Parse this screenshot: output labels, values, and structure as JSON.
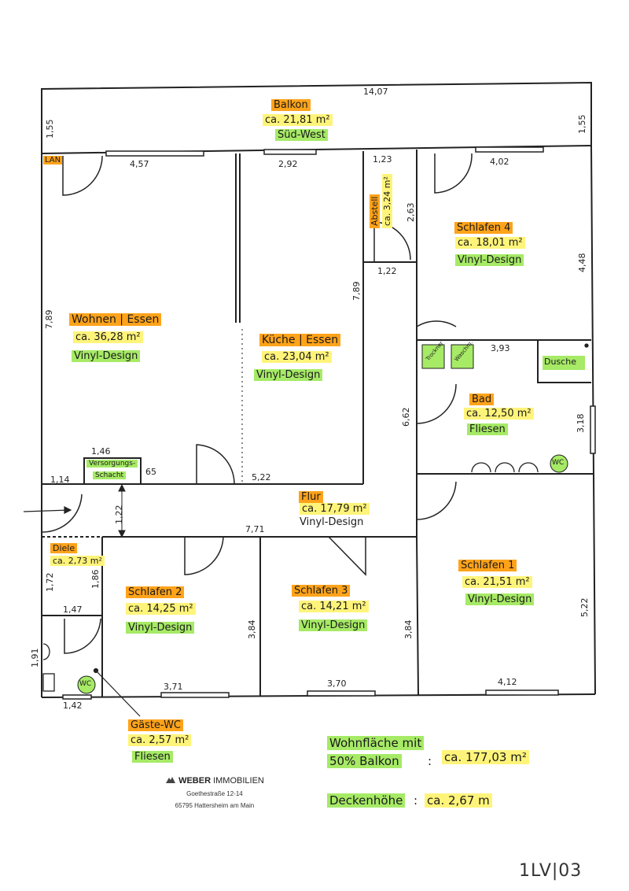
{
  "rooms": {
    "balkon": {
      "name": "Balkon",
      "area": "ca. 21,81 m²",
      "note": "Süd-West"
    },
    "wohnen": {
      "name": "Wohnen | Essen",
      "area": "ca. 36,28 m²",
      "floor": "Vinyl-Design"
    },
    "kueche": {
      "name": "Küche | Essen",
      "area": "ca. 23,04 m²",
      "floor": "Vinyl-Design"
    },
    "abstell": {
      "name": "Abstell",
      "area": "ca. 3,24 m²"
    },
    "schlafen4": {
      "name": "Schlafen 4",
      "area": "ca. 18,01 m²",
      "floor": "Vinyl-Design"
    },
    "bad": {
      "name": "Bad",
      "area": "ca. 12,50 m²",
      "floor": "Fliesen",
      "shower": "Dusche",
      "wc": "WC",
      "washer": "Trockner",
      "dryer": "Waschm."
    },
    "flur": {
      "name": "Flur",
      "area": "ca. 17,79 m²",
      "floor": "Vinyl-Design"
    },
    "diele": {
      "name": "Diele",
      "area": "ca. 2,73 m²"
    },
    "schlafen2": {
      "name": "Schlafen 2",
      "area": "ca. 14,25 m²",
      "floor": "Vinyl-Design"
    },
    "schlafen3": {
      "name": "Schlafen 3",
      "area": "ca. 14,21 m²",
      "floor": "Vinyl-Design"
    },
    "schlafen1": {
      "name": "Schlafen 1",
      "area": "ca. 21,51 m²",
      "floor": "Vinyl-Design"
    },
    "gaeste_wc": {
      "name": "Gäste-WC",
      "area": "ca. 2,57 m²",
      "floor": "Fliesen",
      "wc": "WC"
    },
    "schacht": {
      "line1": "Versorgungs-",
      "line2": "Schacht"
    },
    "lan": "LAN"
  },
  "dimensions": {
    "top_width": "14,07",
    "balkon_left": "1,55",
    "balkon_right": "1,55",
    "wohnen_top": "4,57",
    "kueche_top": "2,92",
    "abstell_top": "1,23",
    "abstell_height": "2,63",
    "abstell_bottom": "1,22",
    "schlafen4_top": "4,02",
    "schlafen4_right": "4,48",
    "wohnen_left": "7,89",
    "kueche_right": "7,89",
    "bad_top": "3,93",
    "bad_right": "3,18",
    "flur_vertical": "6,62",
    "schacht_top": "1,46",
    "schacht_side": "65",
    "entry_width": "1,14",
    "kueche_bottom": "5,22",
    "flur_entry": "1,22",
    "flur_length": "7,71",
    "diele_left": "1,72",
    "diele_right": "1,86",
    "diele_bottom": "1,47",
    "wc_left": "1,91",
    "wc_bottom": "1,42",
    "schlafen2_bottom": "3,71",
    "schlafen2_right": "3,84",
    "schlafen3_bottom": "3,70",
    "schlafen3_right": "3,84",
    "schlafen1_bottom": "4,12",
    "schlafen1_right": "5,22"
  },
  "summary": {
    "living_label_1": "Wohnfläche mit",
    "living_label_2": "50% Balkon",
    "living_value": "ca. 177,03 m²",
    "ceiling_label": "Deckenhöhe",
    "ceiling_value": "ca. 2,67 m"
  },
  "company": {
    "name_bold": "WEBER",
    "name_rest": " IMMOBILIEN",
    "street": "Goethestraße 12-14",
    "city": "65795 Hattersheim am Main"
  },
  "page_code": "1LV|03",
  "colors": {
    "orange": "#ffa31a",
    "yellow": "#fff47a",
    "green": "#a6ea66"
  }
}
